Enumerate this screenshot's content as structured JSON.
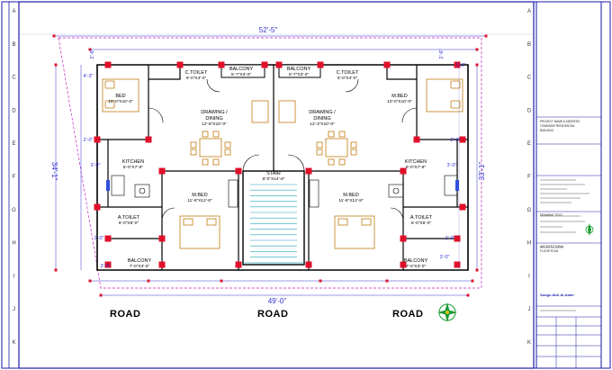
{
  "plan": {
    "overall_width_top": "52'-5\"",
    "overall_width_bottom": "49'-0\"",
    "left_depth": "34'-1\"",
    "right_depth": "33'-1\"",
    "stair_label": "STAIR",
    "stair_size": "8'-0\"X14'-8\""
  },
  "roads": [
    "ROAD",
    "ROAD",
    "ROAD"
  ],
  "grid_letters": [
    "A",
    "B",
    "C",
    "D",
    "E",
    "F",
    "G",
    "H",
    "I",
    "J",
    "K"
  ],
  "rooms_left": [
    {
      "name": "BED",
      "size": "10'-0\"X10'-0\""
    },
    {
      "name": "C.TOILET",
      "size": "6'-0\"X4'-0\""
    },
    {
      "name": "BALCONY",
      "size": "5'-7\"X3'-0\""
    },
    {
      "name": "DRAWING /",
      "size": ""
    },
    {
      "name": "DINING",
      "size": "12'-8\"X10'-0\""
    },
    {
      "name": "KITCHEN",
      "size": "6'-0\"X7'-8\""
    },
    {
      "name": "M.BED",
      "size": "11'-6\"X12'-8\""
    },
    {
      "name": "A.TOILET",
      "size": "6'-0\"X5'-0\""
    },
    {
      "name": "BALCONY",
      "size": "7'-0\"X3'-0\""
    }
  ],
  "rooms_right": [
    {
      "name": "M.BED",
      "size": "10'-0\"X10'-0\""
    },
    {
      "name": "C.TOILET",
      "size": "6'-0\"X4'-0\""
    },
    {
      "name": "BALCONY",
      "size": "5'-7\"X3'-0\""
    },
    {
      "name": "DRAWING /",
      "size": ""
    },
    {
      "name": "DINING",
      "size": "12'-3\"X10'-0\""
    },
    {
      "name": "KITCHEN",
      "size": "6'-0\"X7'-8\""
    },
    {
      "name": "M.BED",
      "size": "11'-6\"X12'-8\""
    },
    {
      "name": "A.TOILET",
      "size": "6'-0\"X5'-0\""
    },
    {
      "name": "BALCONY",
      "size": "7'-0\"X3'-0\""
    }
  ],
  "dims": {
    "d_4_3": "4'-3\"",
    "d_3_0_tr": "3'-0\"",
    "d_2_0_l": "2'-0\"",
    "d_3_0_l": "3'-0\"",
    "d_2_0_r": "2'-0\"",
    "d_3_0_r": "3'-0\"",
    "d_2_0_bl": "2'-0\"",
    "d_2_0_br": "2'-0\"",
    "d_3_0_bl": "3'-0\"",
    "d_3_0_br": "3'-0\"",
    "d_2_6_t1": "2'-6\"",
    "d_2_6_t2": "2'-6\""
  },
  "title_block": {
    "designer": "Sougo Abir Al-Amin",
    "text_rows": [
      "PROJECT NAME & ADDRESS",
      "TOWNSHIP RESIDENTIAL",
      "BUILDING",
      "DRAWING TITLE",
      "ARCHITECTURAL",
      "FLOOR PLAN"
    ]
  },
  "colors": {
    "frame_blue": "#1a1aaa",
    "column_red": "#e0102a",
    "wall_black": "#000000",
    "furniture_orange": "#c07a10",
    "stair_cyan": "#22a6b8",
    "dim_blue": "#3030d0",
    "dim_magenta": "#c020c0"
  }
}
